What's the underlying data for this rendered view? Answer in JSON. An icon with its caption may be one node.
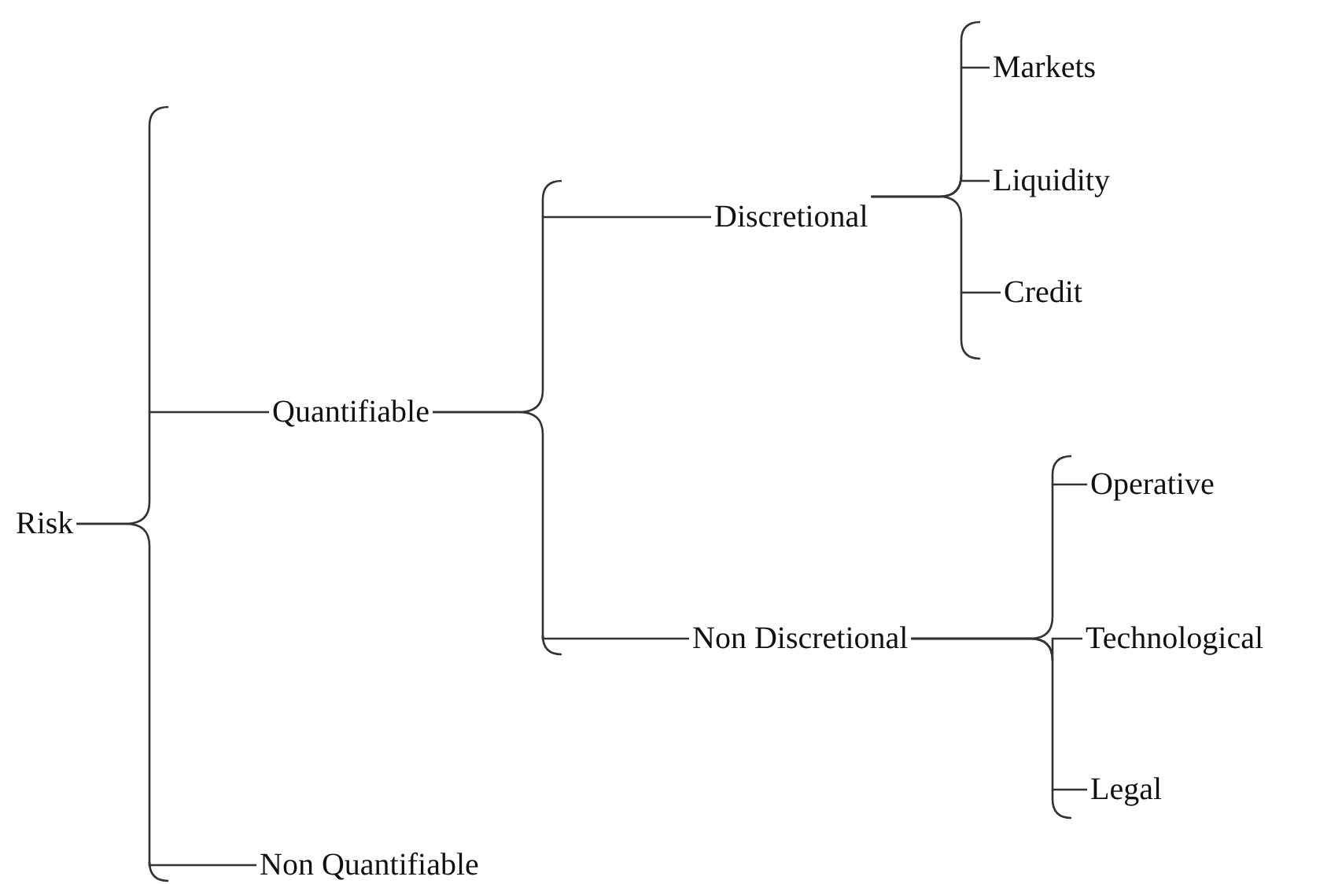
{
  "diagram": {
    "nodes": [
      {
        "text": [
          "Risk"
        ]
      },
      {
        "text": [
          "Quantifiable"
        ]
      },
      {
        "text": [
          "Non Quantifiable"
        ]
      },
      {
        "text": [
          "Discretional"
        ]
      },
      {
        "text": [
          "Non Discretional"
        ]
      },
      {
        "text": [
          "Markets"
        ]
      },
      {
        "text": [
          "Liquidity"
        ]
      },
      {
        "text": [
          "Credit"
        ]
      },
      {
        "text": [
          "Operative"
        ]
      },
      {
        "text": [
          "Technological"
        ]
      },
      {
        "text": [
          "Legal"
        ]
      }
    ],
    "edges": [
      {
        "from": 0,
        "to": 1,
        "arrow": "none"
      },
      {
        "from": 0,
        "to": 2,
        "arrow": "none"
      },
      {
        "from": 1,
        "to": 3,
        "arrow": "none"
      },
      {
        "from": 1,
        "to": 4,
        "arrow": "none"
      },
      {
        "from": 3,
        "to": 5,
        "arrow": "none"
      },
      {
        "from": 3,
        "to": 6,
        "arrow": "none"
      },
      {
        "from": 3,
        "to": 7,
        "arrow": "none"
      },
      {
        "from": 4,
        "to": 8,
        "arrow": "none"
      },
      {
        "from": 4,
        "to": 9,
        "arrow": "none"
      },
      {
        "from": 4,
        "to": 10,
        "arrow": "none"
      }
    ]
  }
}
